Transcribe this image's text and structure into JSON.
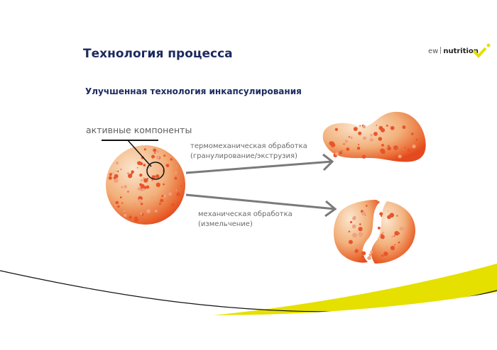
{
  "slide": {
    "title": "Технология процесса",
    "subtitle": "Улучшенная технология инкапсулирования"
  },
  "logo": {
    "ew": "ew",
    "brand": "nutrition"
  },
  "diagram": {
    "active_label": "активные компоненты",
    "path1": {
      "line1": "термомеханическая обработка",
      "line2": "(гранулирование/экструзия)"
    },
    "path2": {
      "line1": "механическая обработка",
      "line2": "(измельчение)"
    }
  },
  "colors": {
    "title": "#1c2a5e",
    "accent_yellow": "#e5e000",
    "particle": "#e8552a"
  }
}
